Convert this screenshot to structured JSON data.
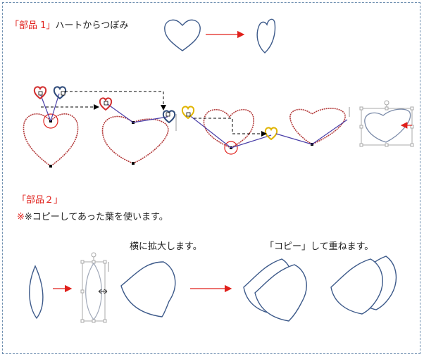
{
  "part1": {
    "title_red": "「部品 1」",
    "title_rest": "ハートからつぼみ"
  },
  "part2": {
    "title_red": "「部品２」",
    "note": "※コピーしてあった葉を使います。",
    "caption_widen": "横に拡大します。",
    "caption_copy": "「コピー」して重ねます。"
  },
  "colors": {
    "outline_blue": "#3d5a8a",
    "heart_red": "#b33a3a",
    "accent_red": "#e0201b",
    "handle_gold": "#e0b400",
    "selection_gray": "#a8a8a8",
    "frame_dashed": "#6f8fb0"
  }
}
